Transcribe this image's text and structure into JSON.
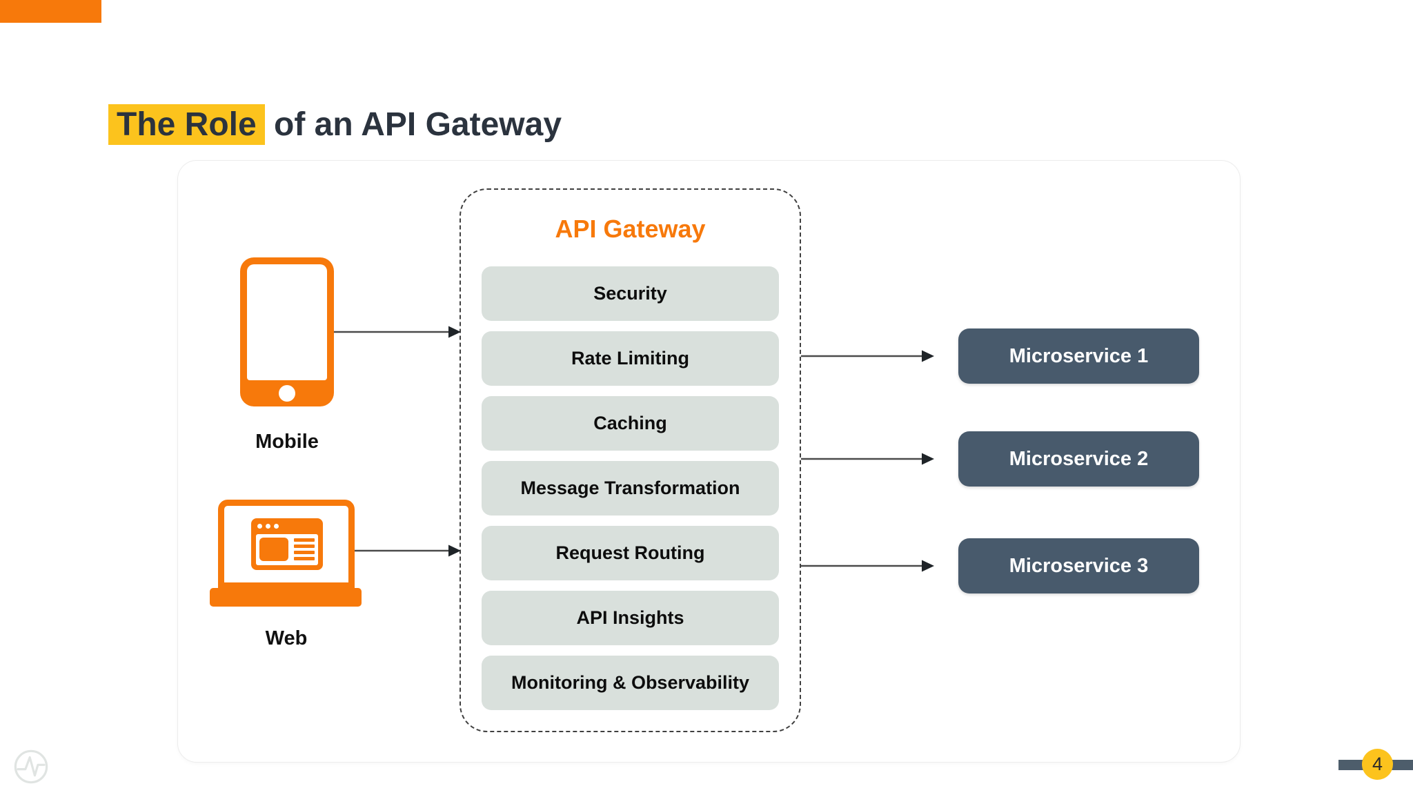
{
  "slide": {
    "title_highlight": "The Role",
    "title_rest": " of an API Gateway",
    "page_number": "4"
  },
  "clients": {
    "mobile_label": "Mobile",
    "web_label": "Web"
  },
  "gateway": {
    "title": "API Gateway",
    "features": [
      "Security",
      "Rate Limiting",
      "Caching",
      "Message Transformation",
      "Request Routing",
      "API Insights",
      "Monitoring & Observability"
    ]
  },
  "microservices": [
    "Microservice 1",
    "Microservice 2",
    "Microservice 3"
  ],
  "colors": {
    "accent_orange": "#F7790B",
    "highlight_gold": "#FCC31D",
    "slate_dark": "#485A6C",
    "feature_box_bg": "#D9E0DC",
    "title_text": "#2B333E"
  }
}
